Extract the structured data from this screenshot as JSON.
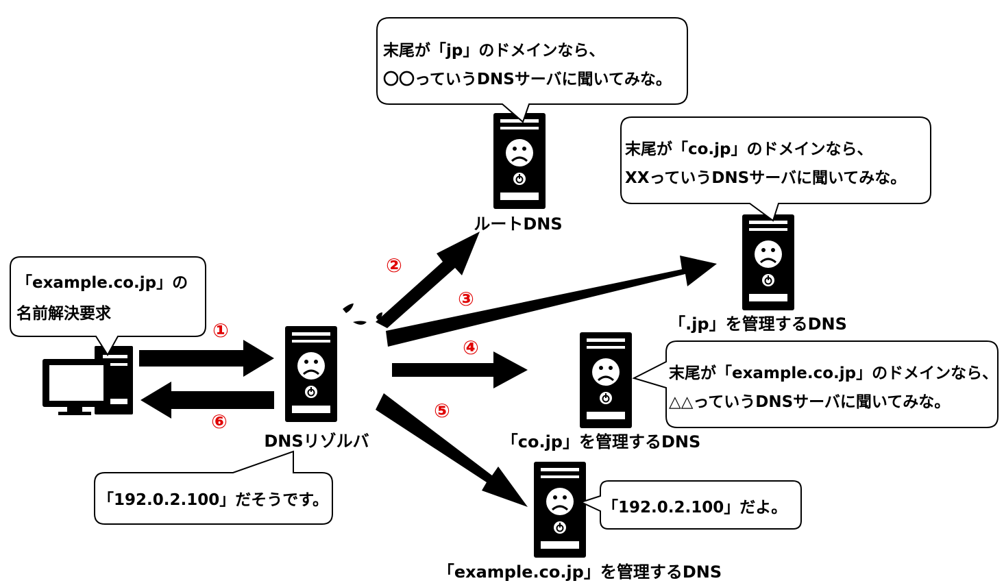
{
  "nodes": {
    "root": "ルートDNS",
    "jp": "「.jp」を管理するDNS",
    "cojp": "「co.jp」を管理するDNS",
    "example": "「example.co.jp」を管理するDNS",
    "resolver": "DNSリゾルバ"
  },
  "bubbles": {
    "client_request": [
      "「example.co.jp」の",
      "名前解決要求"
    ],
    "root_reply": [
      "末尾が「jp」のドメインなら、",
      "〇〇っていうDNSサーバに聞いてみな。"
    ],
    "jp_reply": [
      "末尾が「co.jp」のドメインなら、",
      "XXっていうDNSサーバに聞いてみな。"
    ],
    "cojp_reply": [
      "末尾が「example.co.jp」のドメインなら、",
      "△△っていうDNSサーバに聞いてみな。"
    ],
    "example_reply": "「192.0.2.100」だよ。",
    "resolver_reply": "「192.0.2.100」だそうです。"
  },
  "steps": [
    "①",
    "②",
    "③",
    "④",
    "⑤",
    "⑥"
  ],
  "colors": {
    "step": "#e00000",
    "ink": "#000000",
    "paper": "#ffffff"
  }
}
